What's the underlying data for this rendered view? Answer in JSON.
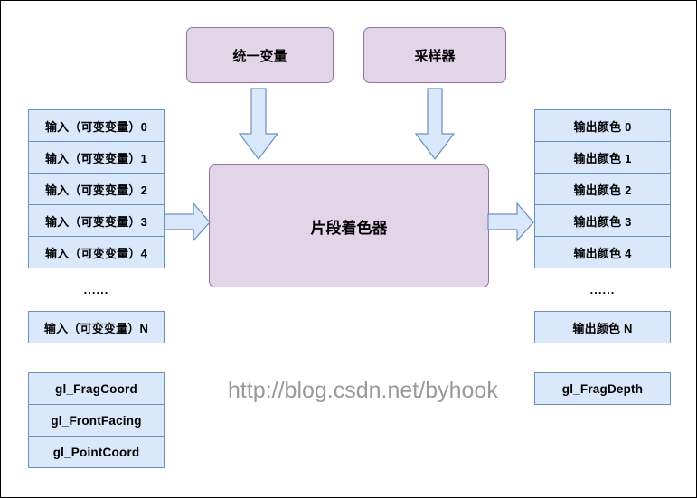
{
  "diagram": {
    "title": "片段着色器",
    "watermark": "http://blog.csdn.net/byhook",
    "ellipsis": "......",
    "colors": {
      "blue_fill": "#dae8fc",
      "blue_stroke": "#6c8ebf",
      "purple_fill": "#e1d5e7",
      "purple_stroke": "#9673a6",
      "frame_stroke": "#000000",
      "watermark_gray": "#9a9a9a"
    },
    "top_nodes": [
      {
        "label": "统一变量"
      },
      {
        "label": "采样器"
      }
    ],
    "center_node": {
      "label": "片段着色器"
    },
    "inputs": {
      "items": [
        {
          "label": "输入（可变变量）0"
        },
        {
          "label": "输入（可变变量）1"
        },
        {
          "label": "输入（可变变量）2"
        },
        {
          "label": "输入（可变变量）3"
        },
        {
          "label": "输入（可变变量）4"
        }
      ],
      "last": {
        "label": "输入（可变变量）N"
      }
    },
    "outputs": {
      "items": [
        {
          "label": "输出颜色 0"
        },
        {
          "label": "输出颜色 1"
        },
        {
          "label": "输出颜色 2"
        },
        {
          "label": "输出颜色 3"
        },
        {
          "label": "输出颜色 4"
        }
      ],
      "last": {
        "label": "输出颜色 N"
      }
    },
    "builtin_inputs": [
      {
        "label": "gl_FragCoord"
      },
      {
        "label": "gl_FrontFacing"
      },
      {
        "label": "gl_PointCoord"
      }
    ],
    "builtin_outputs": [
      {
        "label": "gl_FragDepth"
      }
    ],
    "arrows": [
      {
        "name": "uniform-to-shader",
        "direction": "down"
      },
      {
        "name": "sampler-to-shader",
        "direction": "down"
      },
      {
        "name": "inputs-to-shader",
        "direction": "right"
      },
      {
        "name": "shader-to-outputs",
        "direction": "right"
      }
    ]
  }
}
